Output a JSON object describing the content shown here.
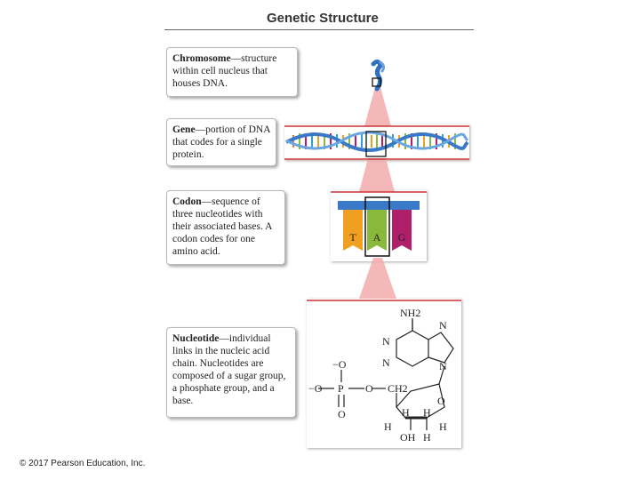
{
  "title": "Genetic Structure",
  "copyright": "© 2017 Pearson Education, Inc.",
  "boxes": {
    "chromosome": {
      "term": "Chromosome",
      "desc": "—structure within cell nucleus that houses DNA."
    },
    "gene": {
      "term": "Gene",
      "desc": "—portion of DNA that codes for a single protein."
    },
    "codon": {
      "term": "Codon",
      "desc": "—sequence of three nucleotides with their associated bases. A codon codes for one amino acid."
    },
    "nucleotide": {
      "term": "Nucleotide",
      "desc": "—individual links in the nucleic acid chain. Nucleotides are composed of a sugar group, a phosphate group, and a base."
    }
  },
  "codon_bases": [
    "T",
    "A",
    "G"
  ],
  "colors": {
    "base_t": "#f0a020",
    "base_a": "#8ab83a",
    "base_g": "#b0206a",
    "accent_red": "#d9534f",
    "helix_blue": "#3a78c8"
  },
  "molecule": {
    "nh2": "NH2",
    "n1": "N",
    "n3": "N",
    "n7": "N",
    "n9": "N",
    "o_top": "−O",
    "o_left": "−O",
    "p": "P",
    "o_bridge": "O",
    "o_bottom": "O",
    "ch2": "CH2",
    "ring_o": "O",
    "h1": "H",
    "h2": "H",
    "h3": "H",
    "h4": "H",
    "oh": "OH",
    "h5": "H"
  }
}
